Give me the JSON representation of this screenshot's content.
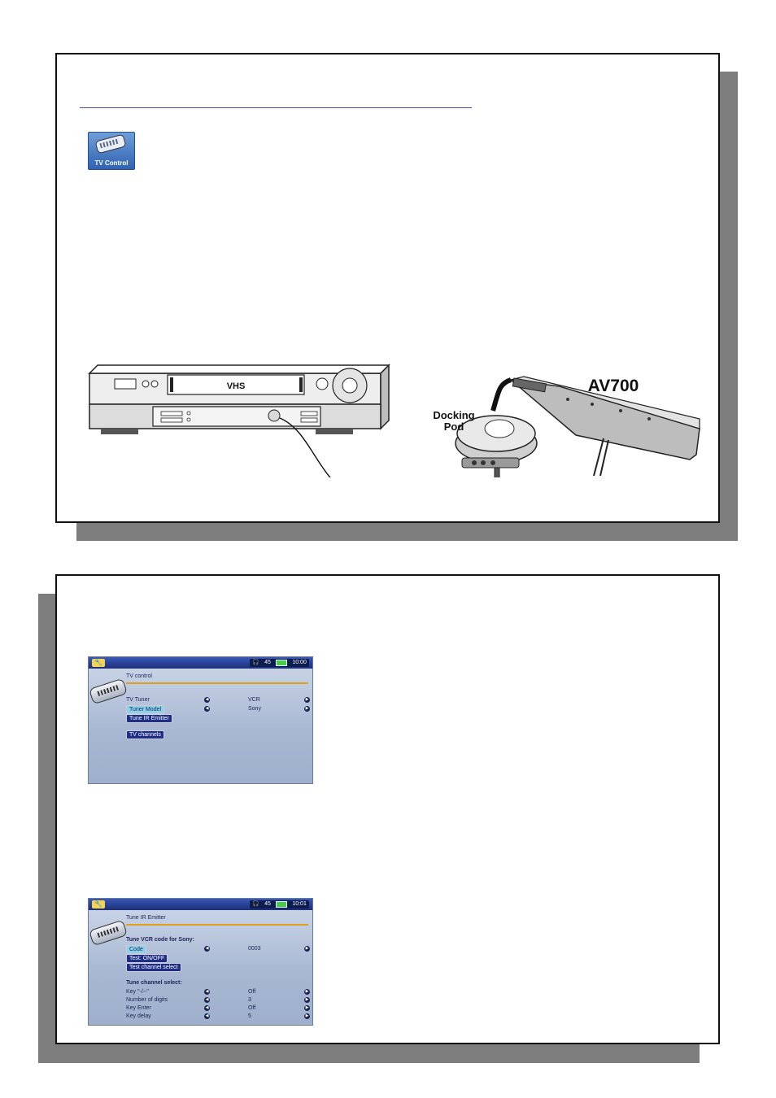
{
  "top_section": {
    "tv_control_icon": {
      "label": "TV Control",
      "icon": "tv-remote-icon"
    },
    "diagram": {
      "vcr_label": "VHS",
      "docking_pod_label_line1": "Docking",
      "docking_pod_label_line2": "Pod",
      "device_label": "AV700"
    }
  },
  "screen1": {
    "status": {
      "volume": "45",
      "time": "10:00"
    },
    "title": "TV control",
    "rows": [
      {
        "label": "TV Tuner",
        "value": "VCR"
      },
      {
        "label": "Tuner Model",
        "value": "Sony"
      }
    ],
    "buttons": {
      "tune_ir_emitter": "Tune IR Emitter",
      "tv_channels": "TV channels"
    }
  },
  "screen2": {
    "status": {
      "volume": "45",
      "time": "10:01"
    },
    "title": "Tune IR Emitter",
    "section1": "Tune VCR code for Sony:",
    "code_row": {
      "label": "Code",
      "value": "0003"
    },
    "buttons": {
      "test_on_off": "Test: ON/OFF",
      "test_channel_select": "Test channel select"
    },
    "section2": "Tune channel select:",
    "rows": [
      {
        "label": "Key \"-/--\"",
        "value": "Off"
      },
      {
        "label": "Number of digits",
        "value": "3"
      },
      {
        "label": "Key Enter",
        "value": "Off"
      },
      {
        "label": "Key delay",
        "value": "5"
      }
    ]
  },
  "colors": {
    "shadow": "#7d7d7d",
    "border": "#111111",
    "heading_rule": "#4c4ca0",
    "screen_accent": "#e1a01c",
    "screen_statusbar": "#1c2f78"
  }
}
